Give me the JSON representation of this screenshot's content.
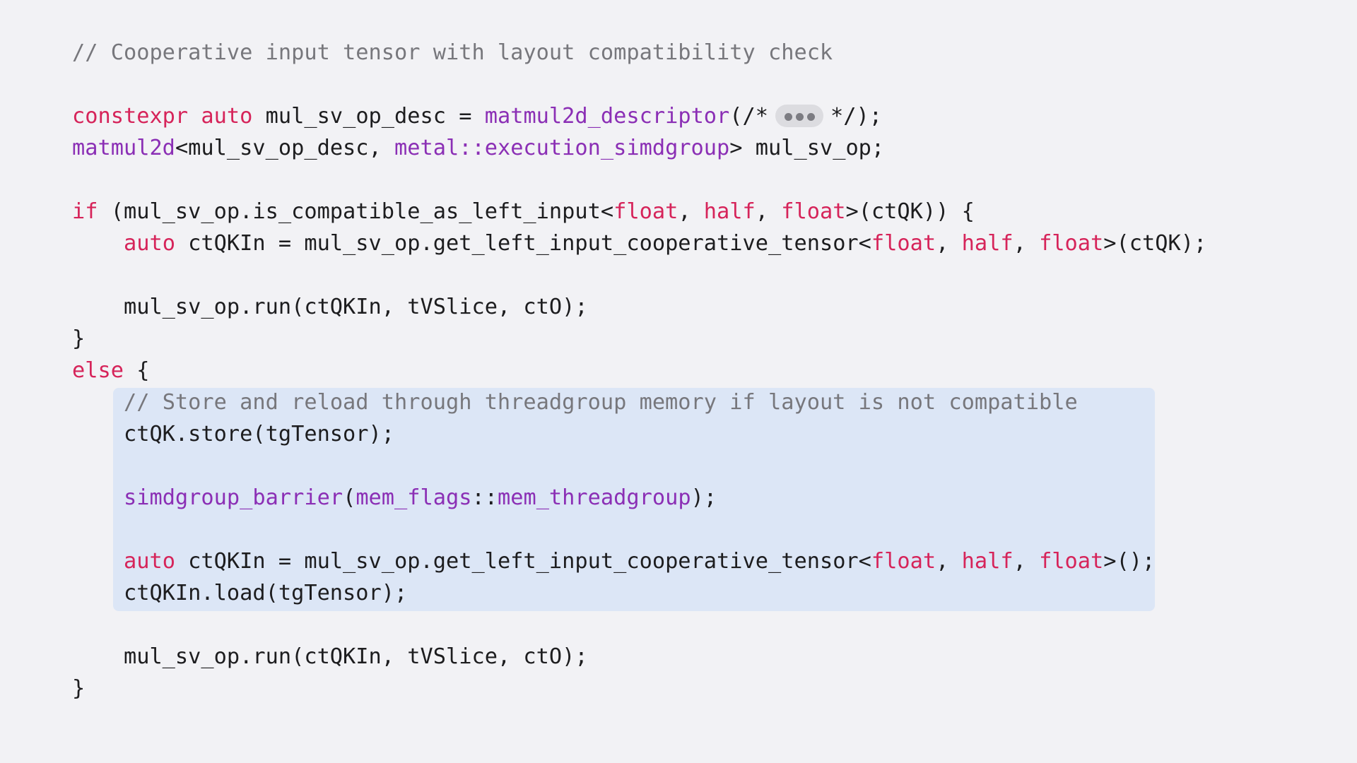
{
  "code": {
    "lines": [
      {
        "tokens": [
          {
            "t": "// Cooperative input tensor with layout compatibility check",
            "c": "cm"
          }
        ]
      },
      {
        "tokens": []
      },
      {
        "tokens": [
          {
            "t": "constexpr",
            "c": "kw"
          },
          {
            "t": " ",
            "c": "pl"
          },
          {
            "t": "auto",
            "c": "kw"
          },
          {
            "t": " mul_sv_op_desc = ",
            "c": "pl"
          },
          {
            "t": "matmul2d_descriptor",
            "c": "fn"
          },
          {
            "t": "(/*",
            "c": "pl"
          },
          {
            "collapsed": true,
            "name": "collapsed-arguments-icon"
          },
          {
            "t": "*/);",
            "c": "pl"
          }
        ]
      },
      {
        "tokens": [
          {
            "t": "matmul2d",
            "c": "fn"
          },
          {
            "t": "<mul_sv_op_desc, ",
            "c": "pl"
          },
          {
            "t": "metal::execution_simdgroup",
            "c": "fn"
          },
          {
            "t": "> mul_sv_op;",
            "c": "pl"
          }
        ]
      },
      {
        "tokens": []
      },
      {
        "tokens": [
          {
            "t": "if",
            "c": "kw"
          },
          {
            "t": " (mul_sv_op.is_compatible_as_left_input<",
            "c": "pl"
          },
          {
            "t": "float",
            "c": "kw"
          },
          {
            "t": ", ",
            "c": "pl"
          },
          {
            "t": "half",
            "c": "kw"
          },
          {
            "t": ", ",
            "c": "pl"
          },
          {
            "t": "float",
            "c": "kw"
          },
          {
            "t": ">(ctQK)) {",
            "c": "pl"
          }
        ]
      },
      {
        "tokens": [
          {
            "t": "    ",
            "c": "pl"
          },
          {
            "t": "auto",
            "c": "kw"
          },
          {
            "t": " ctQKIn = mul_sv_op.get_left_input_cooperative_tensor<",
            "c": "pl"
          },
          {
            "t": "float",
            "c": "kw"
          },
          {
            "t": ", ",
            "c": "pl"
          },
          {
            "t": "half",
            "c": "kw"
          },
          {
            "t": ", ",
            "c": "pl"
          },
          {
            "t": "float",
            "c": "kw"
          },
          {
            "t": ">(ctQK);",
            "c": "pl"
          }
        ]
      },
      {
        "tokens": []
      },
      {
        "tokens": [
          {
            "t": "    mul_sv_op.run(ctQKIn, tVSlice, ctO);",
            "c": "pl"
          }
        ]
      },
      {
        "tokens": [
          {
            "t": "}",
            "c": "pl"
          }
        ]
      },
      {
        "tokens": [
          {
            "t": "else",
            "c": "kw"
          },
          {
            "t": " {",
            "c": "pl"
          }
        ]
      },
      {
        "tokens": [
          {
            "t": "    ",
            "c": "pl"
          },
          {
            "t": "// Store and reload through threadgroup memory if layout is not compatible",
            "c": "cm"
          }
        ]
      },
      {
        "tokens": [
          {
            "t": "    ctQK.store(tgTensor);",
            "c": "pl"
          }
        ]
      },
      {
        "tokens": []
      },
      {
        "tokens": [
          {
            "t": "    ",
            "c": "pl"
          },
          {
            "t": "simdgroup_barrier",
            "c": "fn"
          },
          {
            "t": "(",
            "c": "pl"
          },
          {
            "t": "mem_flags",
            "c": "fn"
          },
          {
            "t": "::",
            "c": "pl"
          },
          {
            "t": "mem_threadgroup",
            "c": "fn"
          },
          {
            "t": ");",
            "c": "pl"
          }
        ]
      },
      {
        "tokens": []
      },
      {
        "tokens": [
          {
            "t": "    ",
            "c": "pl"
          },
          {
            "t": "auto",
            "c": "kw"
          },
          {
            "t": " ctQKIn = mul_sv_op.get_left_input_cooperative_tensor<",
            "c": "pl"
          },
          {
            "t": "float",
            "c": "kw"
          },
          {
            "t": ", ",
            "c": "pl"
          },
          {
            "t": "half",
            "c": "kw"
          },
          {
            "t": ", ",
            "c": "pl"
          },
          {
            "t": "float",
            "c": "kw"
          },
          {
            "t": ">();",
            "c": "pl"
          }
        ]
      },
      {
        "tokens": [
          {
            "t": "    ctQKIn.load(tgTensor);",
            "c": "pl"
          }
        ]
      },
      {
        "tokens": []
      },
      {
        "tokens": [
          {
            "t": "    mul_sv_op.run(ctQKIn, tVSlice, ctO);",
            "c": "pl"
          }
        ]
      },
      {
        "tokens": [
          {
            "t": "}",
            "c": "pl"
          }
        ]
      }
    ]
  },
  "colors": {
    "background": "#f2f2f5",
    "keyword": "#d6245a",
    "function": "#8b2fb5",
    "comment": "#77777c",
    "plain": "#1d1d1f",
    "highlight": "#dce6f6"
  }
}
